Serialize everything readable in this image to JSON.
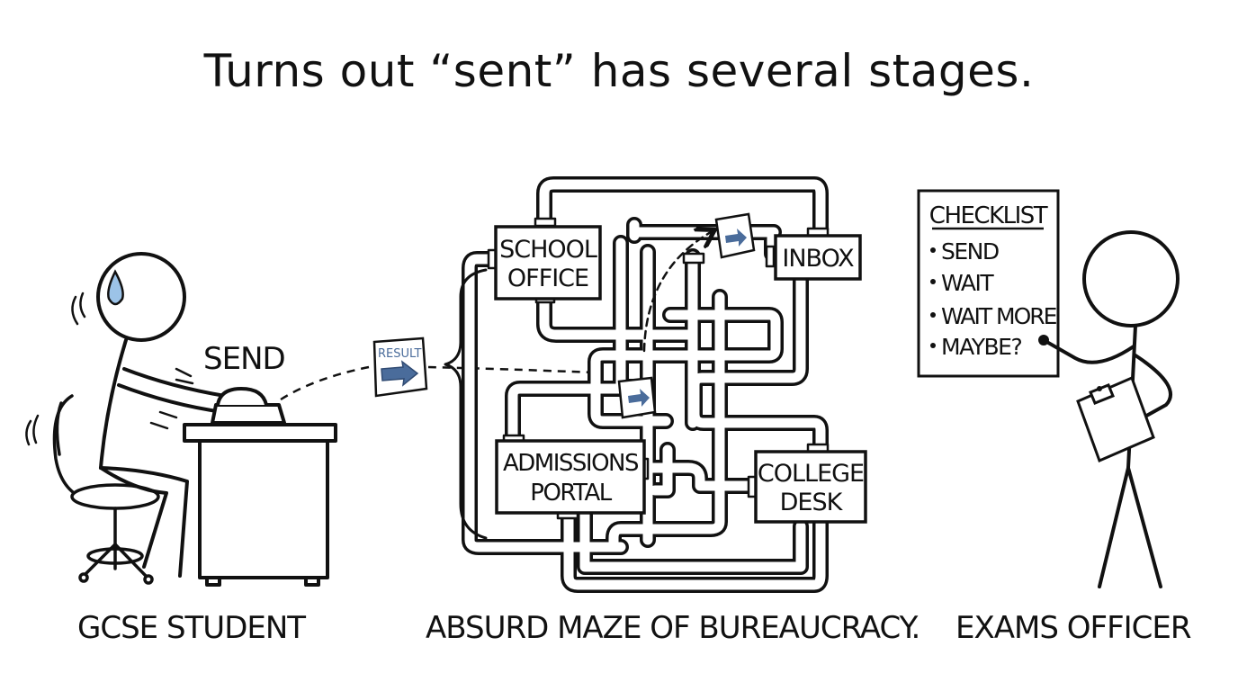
{
  "title": "Turns out “sent” has several stages.",
  "student": {
    "send_label": "SEND",
    "caption": "GCSE STUDENT"
  },
  "document": {
    "label": "RESULT"
  },
  "maze": {
    "caption": "ABSURD MAZE OF BUREAUCRACY.",
    "boxes": {
      "school_office": [
        "SCHOOL",
        "OFFICE"
      ],
      "inbox": "INBOX",
      "admissions_portal": [
        "ADMISSIONS",
        "PORTAL"
      ],
      "college_desk": [
        "COLLEGE",
        "DESK"
      ]
    }
  },
  "officer": {
    "caption": "EXAMS OFFICER",
    "checklist": {
      "heading": "CHECKLIST",
      "items": [
        "SEND",
        "WAIT",
        "WAIT MORE",
        "MAYBE?"
      ]
    }
  },
  "colors": {
    "ink": "#111111",
    "accent_blue": "#4a6c9b",
    "sweat_blue": "#9cc3e8"
  }
}
